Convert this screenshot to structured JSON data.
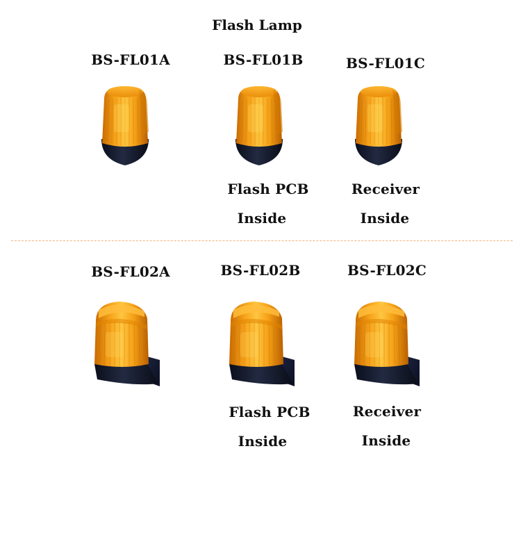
{
  "page": {
    "title": "Flash  Lamp"
  },
  "row1": {
    "a": {
      "model": "BS-FL01A"
    },
    "b": {
      "model": "BS-FL01B",
      "note_line1": "Flash PCB",
      "note_line2": "Inside"
    },
    "c": {
      "model": "BS-FL01C",
      "note_line1": "Receiver",
      "note_line2": "Inside"
    }
  },
  "row2": {
    "a": {
      "model": "BS-FL02A"
    },
    "b": {
      "model": "BS-FL02B",
      "note_line1": "Flash PCB",
      "note_line2": "Inside"
    },
    "c": {
      "model": "BS-FL02C",
      "note_line1": "Receiver",
      "note_line2": "Inside"
    }
  },
  "colors": {
    "lens_amber": "#f39a10",
    "lens_highlight": "#ffd24a",
    "base_dark": "#141a2c",
    "divider": "#f3b27a"
  },
  "icons": {
    "type1": "flash-lamp-dome-icon",
    "type2": "flash-lamp-wall-mount-icon"
  }
}
